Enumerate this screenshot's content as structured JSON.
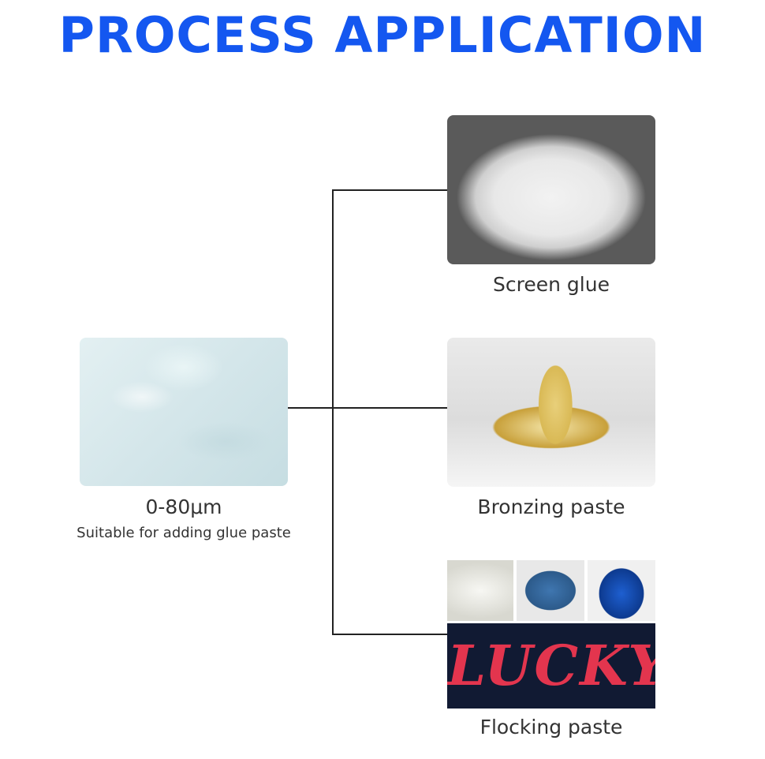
{
  "header": {
    "title": "PROCESS APPLICATION"
  },
  "source": {
    "size_label": "0-80μm",
    "description": "Suitable for adding glue paste"
  },
  "applications": [
    {
      "label": "Screen glue"
    },
    {
      "label": "Bronzing paste"
    },
    {
      "label": "Flocking paste"
    }
  ],
  "flocking_image": {
    "text": "LUCKY"
  },
  "colors": {
    "title": "#1457f0",
    "connector": "#222222",
    "text": "#333333"
  }
}
